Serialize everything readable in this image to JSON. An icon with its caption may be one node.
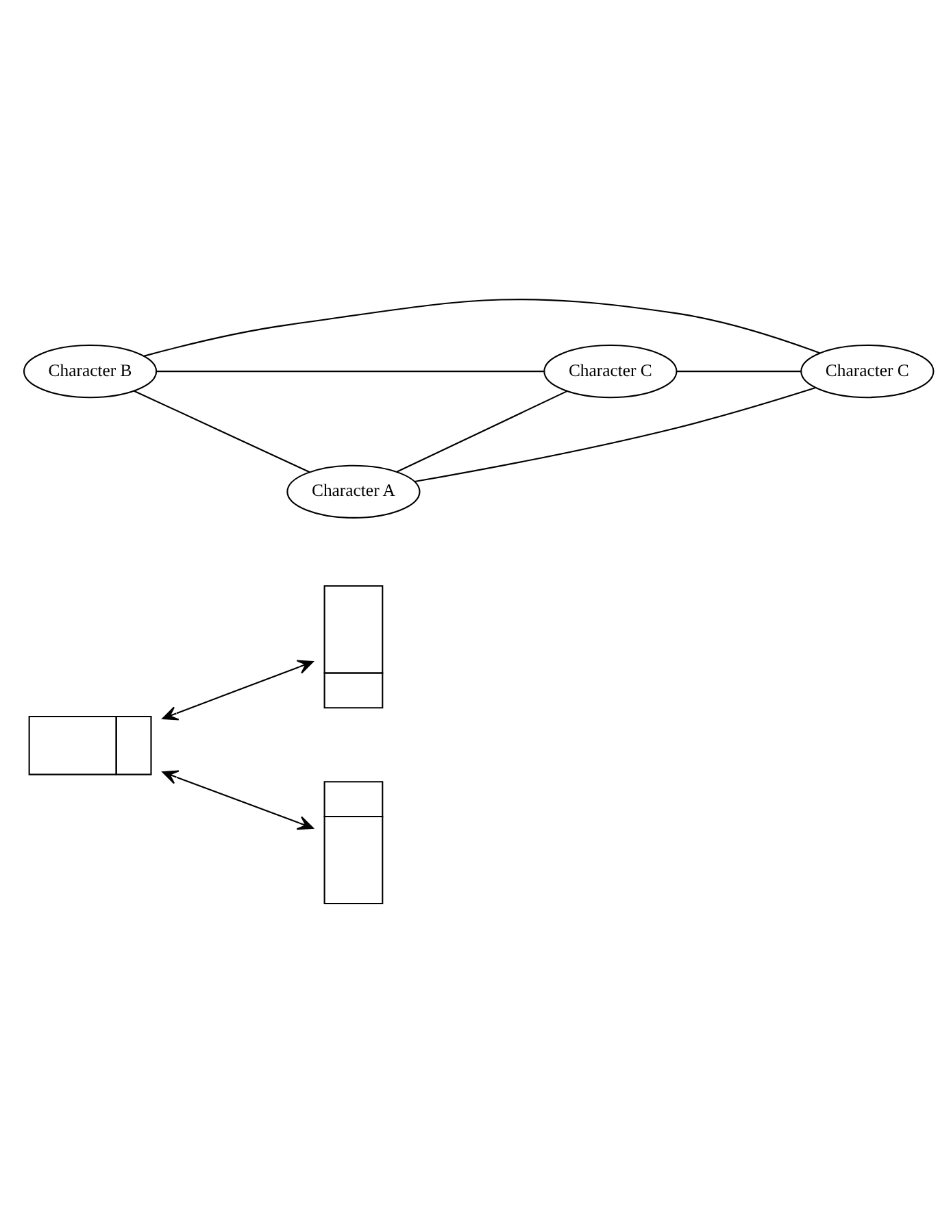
{
  "diagram": {
    "nodes": [
      {
        "text": [],
        "shape": "box"
      },
      {
        "text": [],
        "shape": "box"
      },
      {
        "text": [
          "Character C"
        ]
      },
      {
        "text": [
          "Character C"
        ]
      },
      {
        "text": [
          "Character B"
        ]
      },
      {
        "text": [
          "Character A"
        ]
      },
      {
        "text": [],
        "shape": "box"
      }
    ],
    "edges": [
      {
        "from": 1,
        "to": 0,
        "arrow": "both"
      },
      {
        "from": 1,
        "to": 6,
        "arrow": "both"
      },
      {
        "from": 4,
        "to": 2,
        "arrow": "none"
      },
      {
        "from": 2,
        "to": 3,
        "arrow": "none"
      },
      {
        "from": 4,
        "to": 3,
        "arrow": "none"
      },
      {
        "from": 4,
        "to": 5,
        "arrow": "none"
      },
      {
        "from": 5,
        "to": 2,
        "arrow": "none"
      },
      {
        "from": 5,
        "to": 3,
        "arrow": "none"
      }
    ]
  }
}
